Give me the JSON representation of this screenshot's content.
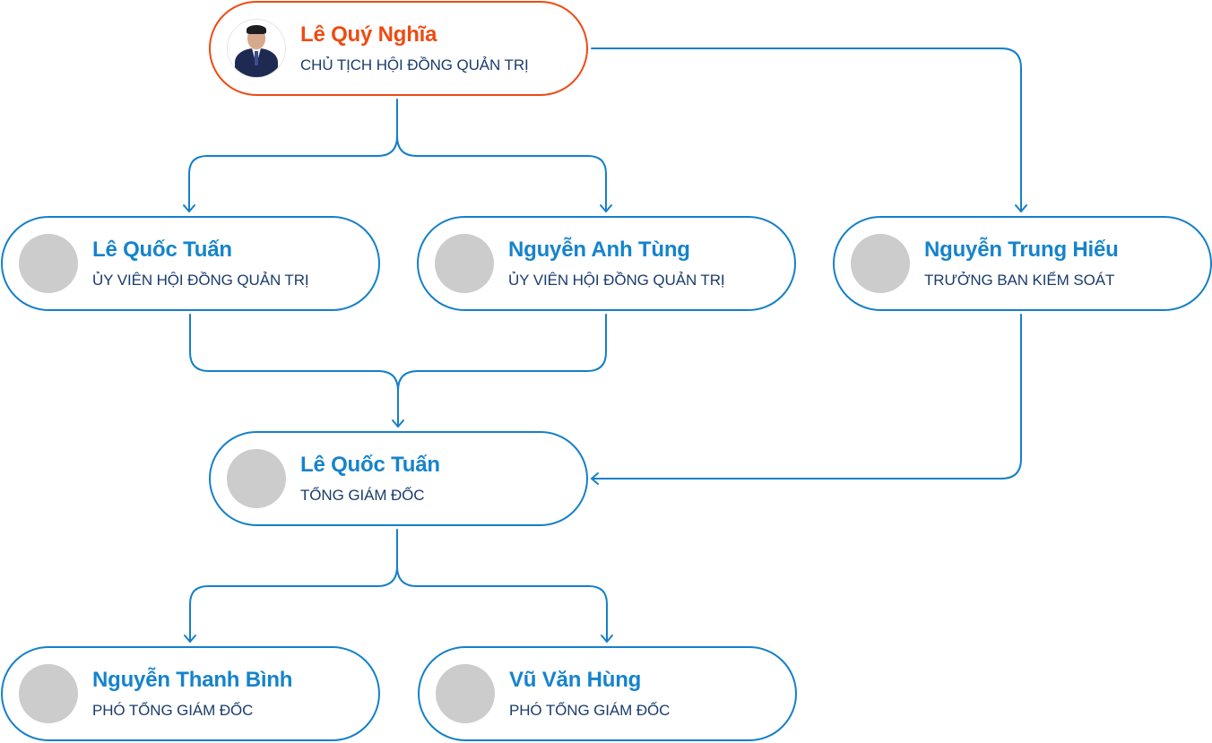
{
  "colors": {
    "connector": "#1580c8",
    "highlight_border": "#ee4b12",
    "highlight_name": "#ee4b12",
    "name": "#1583cc",
    "title": "#1a3c6b",
    "avatar_placeholder": "#cccccc"
  },
  "nodes": [
    {
      "id": "chairman",
      "name": "Lê Quý Nghĩa",
      "title": "CHỦ TỊCH HỘI ĐỒNG QUẢN TRỊ",
      "avatar": "photo",
      "highlight": true
    },
    {
      "id": "board-member-1",
      "name": "Lê Quốc Tuấn",
      "title": "ỦY VIÊN HỘI ĐỒNG QUẢN TRỊ",
      "avatar": "placeholder"
    },
    {
      "id": "board-member-2",
      "name": "Nguyễn Anh Tùng",
      "title": "ỦY VIÊN HỘI ĐỒNG QUẢN TRỊ",
      "avatar": "placeholder"
    },
    {
      "id": "supervisory-head",
      "name": "Nguyễn Trung Hiếu",
      "title": "TRƯỞNG BAN KIỂM SOÁT",
      "avatar": "placeholder"
    },
    {
      "id": "ceo",
      "name": "Lê Quốc Tuấn",
      "title": "TỔNG GIÁM ĐỐC",
      "avatar": "placeholder"
    },
    {
      "id": "deputy-ceo-1",
      "name": "Nguyễn Thanh Bình",
      "title": "PHÓ TỔNG GIÁM ĐỐC",
      "avatar": "placeholder"
    },
    {
      "id": "deputy-ceo-2",
      "name": "Vũ Văn Hùng",
      "title": "PHÓ TỔNG GIÁM ĐỐC",
      "avatar": "placeholder"
    }
  ],
  "edges": [
    {
      "from": "chairman",
      "to": "board-member-1"
    },
    {
      "from": "chairman",
      "to": "board-member-2"
    },
    {
      "from": "chairman",
      "to": "supervisory-head"
    },
    {
      "from": "board-member-1",
      "to": "ceo"
    },
    {
      "from": "board-member-2",
      "to": "ceo"
    },
    {
      "from": "supervisory-head",
      "to": "ceo"
    },
    {
      "from": "ceo",
      "to": "deputy-ceo-1"
    },
    {
      "from": "ceo",
      "to": "deputy-ceo-2"
    }
  ]
}
